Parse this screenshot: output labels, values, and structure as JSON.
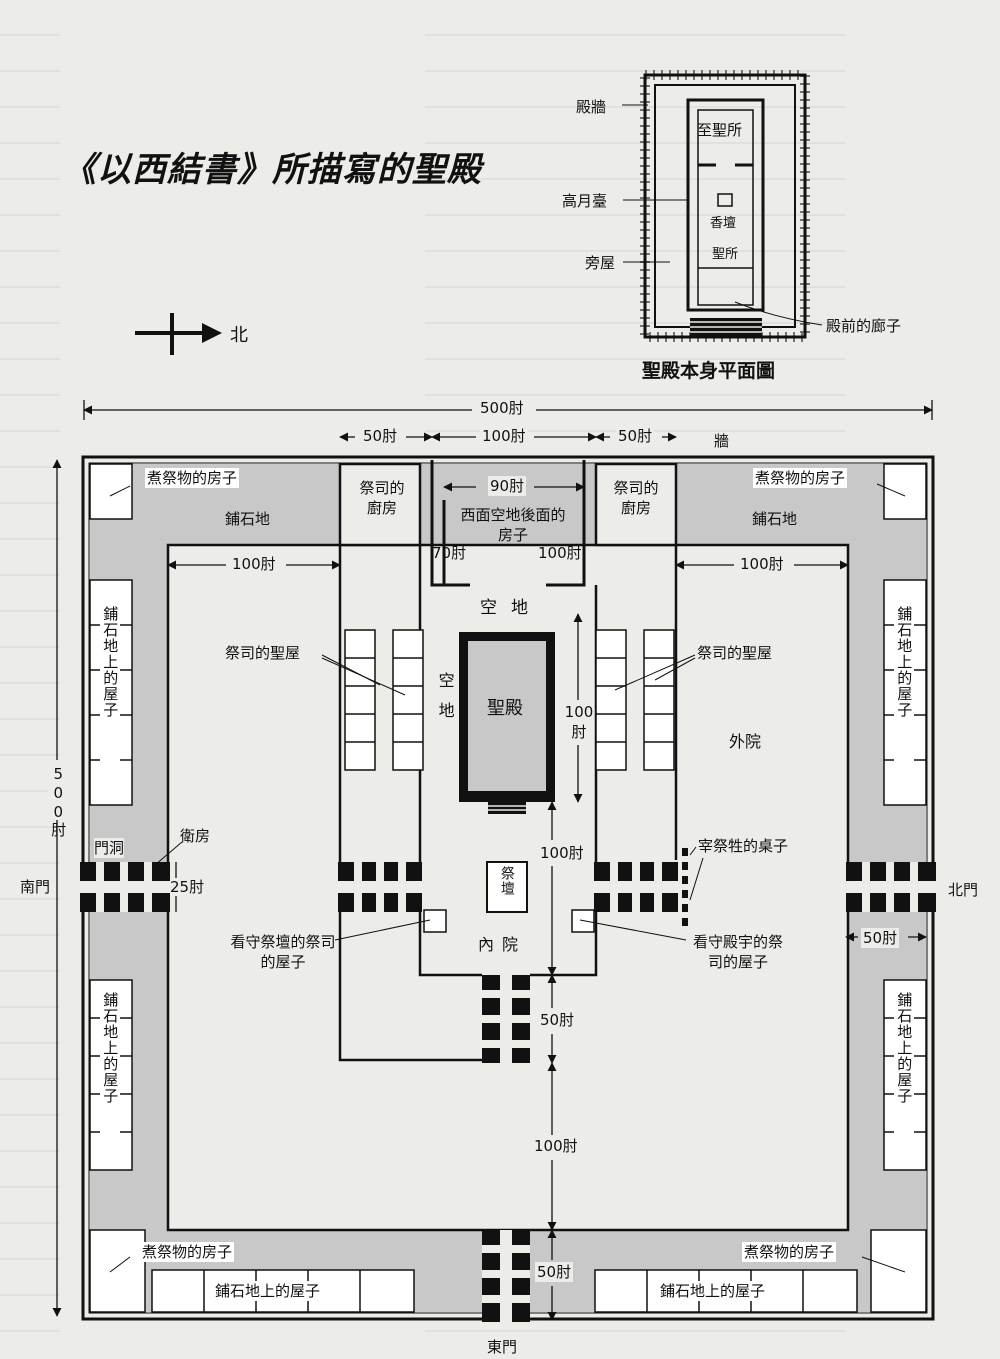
{
  "title": "《以西結書》所描寫的聖殿",
  "compass": {
    "label": "北"
  },
  "plan": {
    "title": "聖殿本身平面圖",
    "labels": {
      "wall": "殿牆",
      "holy_of_holies": "至聖所",
      "platform": "高月臺",
      "incense_altar": "香壇",
      "holy_place": "聖所",
      "side_rooms": "旁屋",
      "porch": "殿前的廊子"
    }
  },
  "dimensions": {
    "overall": "500肘",
    "overall_side": "500肘",
    "d50": "50肘",
    "d100": "100肘",
    "d90": "90肘",
    "d70": "70肘",
    "d25": "25肘"
  },
  "labels": {
    "wall": "牆",
    "kitchen": "煮祭物的房子",
    "pavement": "鋪石地",
    "priests_kitchen": "祭司的廚房",
    "west_building": "西面空地後面的房子",
    "open_space": "空地",
    "open_space_side": "空地",
    "priests_holy_rooms": "祭司的聖屋",
    "temple": "聖殿",
    "outer_court": "外院",
    "rooms_on_pavement": "鋪石地上的屋子",
    "gateway": "門洞",
    "guard_rooms": "衛房",
    "south_gate": "南門",
    "north_gate": "北門",
    "east_gate": "東門",
    "altar": "祭壇",
    "inner_court": "內院",
    "slaughter_tables": "宰祭牲的桌子",
    "altar_priests": "看守祭壇的祭司的屋子",
    "temple_priests": "看守殿宇的祭司的屋子"
  },
  "colors": {
    "ink": "#111111",
    "paper": "#ecece8",
    "pavement": "#c8c8c8"
  }
}
